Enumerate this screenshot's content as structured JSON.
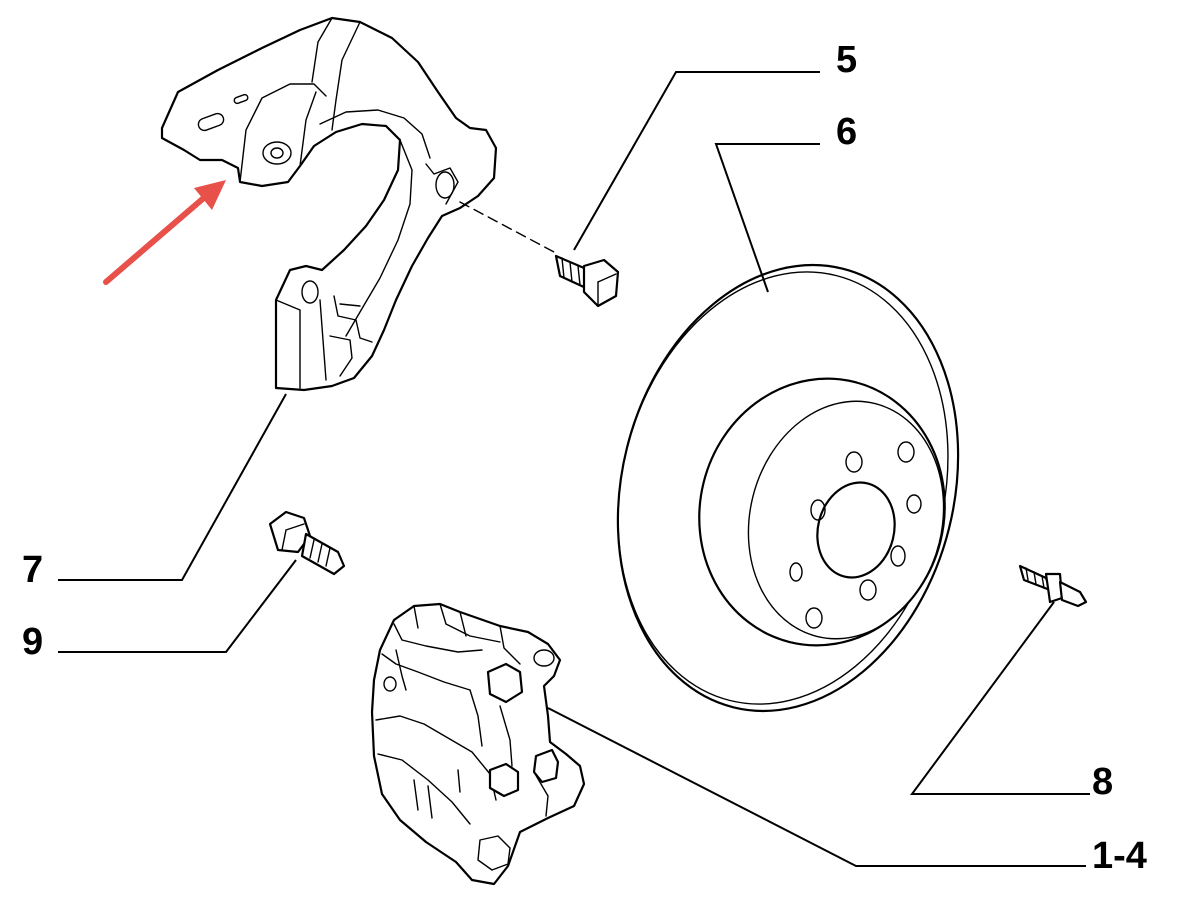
{
  "callouts": {
    "c5": "5",
    "c6": "6",
    "c7": "7",
    "c9": "9",
    "c8": "8",
    "c14": "1-4"
  },
  "colors": {
    "ink": "#000000",
    "arrow": "#e8504a",
    "background": "#ffffff"
  },
  "parts": [
    "dust-shield",
    "bolt",
    "brake-disc",
    "caliper-bolt",
    "wheel-stud",
    "brake-caliper"
  ],
  "indicator": "arrow"
}
